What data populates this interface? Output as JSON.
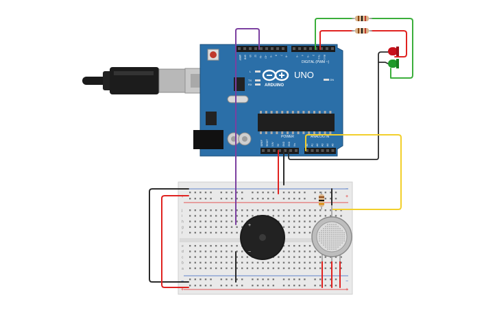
{
  "board": {
    "name": "UNO",
    "brand": "ARDUINO",
    "digital_label": "DIGITAL (PWM ~)",
    "power_label": "POWER",
    "analog_label": "ANALOG IN",
    "on_label": "ON",
    "tx_label": "TX",
    "rx_label": "RX",
    "l_label": "L",
    "digital_top_labels": [
      "AREF",
      "GND",
      "13",
      "12",
      "~11",
      "~10",
      "~9",
      "8",
      "7",
      "~6",
      "~5",
      "4",
      "~3",
      "2",
      "TX 1",
      "RX 0"
    ],
    "power_pin_labels": [
      "IOREF",
      "RESET",
      "3.3V",
      "5V",
      "GND",
      "GND",
      "Vin"
    ],
    "analog_pin_labels": [
      "A0",
      "A1",
      "A2",
      "A3",
      "A4",
      "A5"
    ]
  },
  "breadboard": {
    "rail_plus": "+",
    "rail_minus": "−",
    "row_letters_top": [
      "j",
      "i",
      "h",
      "g",
      "f"
    ],
    "row_letters_bottom": [
      "e",
      "d",
      "c",
      "b",
      "a"
    ]
  },
  "components": {
    "buzzer_plus": "+",
    "buzzer_minus": "−"
  },
  "colors": {
    "board_blue": "#2b6fa8",
    "board_dark": "#1d4f7a",
    "wire_red": "#e0211f",
    "wire_black": "#2a2a2a",
    "wire_purple": "#7b3fa0",
    "wire_green": "#3aae3a",
    "wire_yellow": "#f2cf2a",
    "led_red": "#c8101a",
    "led_green": "#1f9a2a",
    "breadboard": "#e9e9e9"
  }
}
